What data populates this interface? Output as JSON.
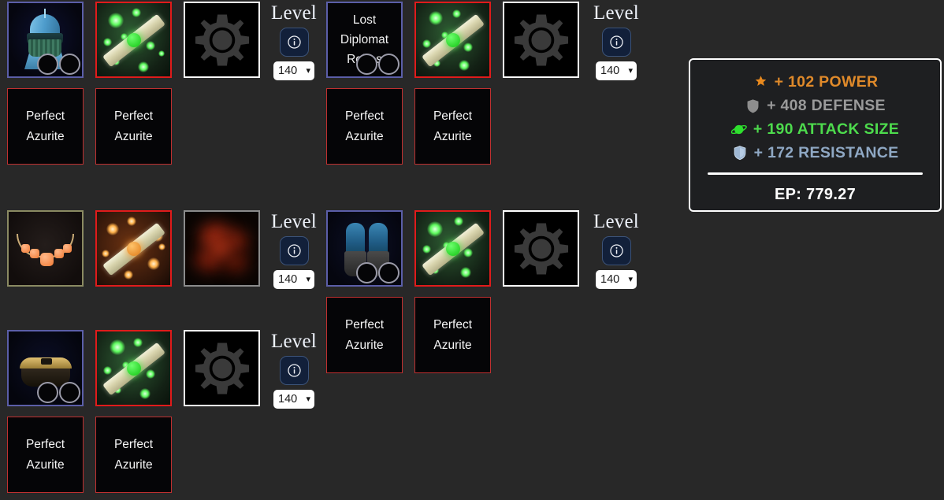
{
  "theme": {
    "background": "#282828",
    "panel_bg": "#1e1f21",
    "panel_border": "#ffffff",
    "tile_bg": "#050507",
    "border_blue": "#5b5ea8",
    "border_red": "#e01b1b",
    "border_white": "#ffffff",
    "border_gray": "#8b8b8b",
    "border_olive": "#8a8a62",
    "gem_tile_border": "#c03030"
  },
  "loadout": {
    "rows": [
      {
        "groups": [
          {
            "item": {
              "name": "",
              "art": "helmet-icon",
              "border": "blue",
              "sockets": 2
            },
            "scroll": {
              "art": "green-scroll-icon",
              "border": "red"
            },
            "gear": {
              "art": "gear-icon",
              "border": "white"
            },
            "level": {
              "label": "Level",
              "info": "i",
              "value": "140"
            },
            "gems": [
              {
                "label_line1": "Perfect",
                "label_line2": "Azurite"
              },
              {
                "label_line1": "Perfect",
                "label_line2": "Azurite"
              }
            ]
          },
          {
            "item": {
              "name_lines": [
                "Lost",
                "Diplomat",
                "Robes"
              ],
              "art": "text-only",
              "border": "blue",
              "sockets": 2
            },
            "scroll": {
              "art": "green-scroll-icon",
              "border": "red"
            },
            "gear": {
              "art": "gear-icon",
              "border": "white"
            },
            "level": {
              "label": "Level",
              "info": "i",
              "value": "140"
            },
            "gems": [
              {
                "label_line1": "Perfect",
                "label_line2": "Azurite"
              },
              {
                "label_line1": "Perfect",
                "label_line2": "Azurite"
              }
            ]
          }
        ]
      },
      {
        "groups": [
          {
            "item": {
              "name": "",
              "art": "necklace-icon",
              "border": "olive",
              "sockets": 0
            },
            "scroll": {
              "art": "orange-scroll-icon",
              "border": "red"
            },
            "gear": {
              "art": "red-blur-icon",
              "border": "gray"
            },
            "level": {
              "label": "Level",
              "info": "i",
              "value": "140"
            },
            "gems": []
          },
          {
            "item": {
              "name": "",
              "art": "boots-icon",
              "border": "blue",
              "sockets": 2
            },
            "scroll": {
              "art": "green-scroll-icon",
              "border": "red"
            },
            "gear": {
              "art": "gear-icon",
              "border": "white"
            },
            "level": {
              "label": "Level",
              "info": "i",
              "value": "140"
            },
            "gems": [
              {
                "label_line1": "Perfect",
                "label_line2": "Azurite"
              },
              {
                "label_line1": "Perfect",
                "label_line2": "Azurite"
              }
            ]
          }
        ]
      },
      {
        "groups": [
          {
            "item": {
              "name": "",
              "art": "belt-icon",
              "border": "blue",
              "sockets": 2
            },
            "scroll": {
              "art": "green-scroll-icon",
              "border": "red"
            },
            "gear": {
              "art": "gear-icon",
              "border": "white"
            },
            "level": {
              "label": "Level",
              "info": "i",
              "value": "140"
            },
            "gems": [
              {
                "label_line1": "Perfect",
                "label_line2": "Azurite"
              },
              {
                "label_line1": "Perfect",
                "label_line2": "Azurite"
              }
            ]
          }
        ]
      }
    ]
  },
  "stats": {
    "entries": [
      {
        "icon": "star-icon",
        "sign": "+",
        "value": "102",
        "label": "POWER",
        "color": "#e08a2a"
      },
      {
        "icon": "shield-icon",
        "sign": "+",
        "value": "408",
        "label": "DEFENSE",
        "color": "#9a9a9a"
      },
      {
        "icon": "planet-icon",
        "sign": "+",
        "value": "190",
        "label": "ATTACK SIZE",
        "color": "#4ddb4d"
      },
      {
        "icon": "blue-shield-icon",
        "sign": "+",
        "value": "172",
        "label": "RESISTANCE",
        "color": "#8fa8c4"
      }
    ],
    "ep_label": "EP:",
    "ep_value": "779.27",
    "ep_full": "EP: 779.27"
  },
  "labels": {
    "level": "Level",
    "level_value": "140",
    "info_glyph": "i",
    "chevron": "❯",
    "perfect": "Perfect",
    "azurite": "Azurite",
    "robes_l1": "Lost",
    "robes_l2": "Diplomat",
    "robes_l3": "Robes"
  }
}
